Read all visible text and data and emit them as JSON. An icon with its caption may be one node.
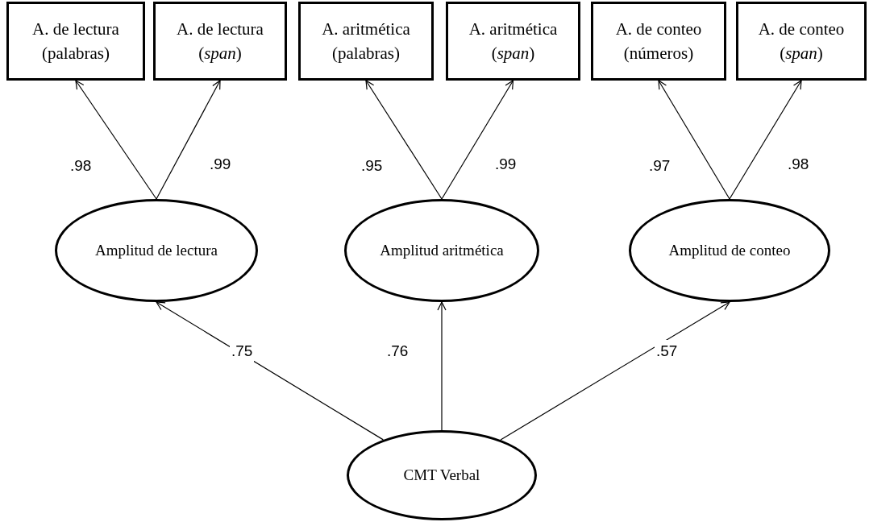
{
  "diagram": {
    "nodes": [
      {
        "text": [
          "A. de lectura (palabras)"
        ]
      },
      {
        "text": [
          "A. de lectura (*span*)"
        ]
      },
      {
        "text": [
          "A. aritmética (palabras)"
        ]
      },
      {
        "text": [
          "A. aritmética (*span*)"
        ]
      },
      {
        "text": [
          "A. de conteo (números)"
        ]
      },
      {
        "text": [
          "A. de conteo (*span*)"
        ]
      },
      {
        "text": [
          "Amplitud de lectura"
        ]
      },
      {
        "text": [
          "Amplitud aritmética"
        ]
      },
      {
        "text": [
          "Amplitud de conteo"
        ]
      },
      {
        "text": [
          "CMT Verbal"
        ]
      }
    ],
    "edges": [
      {
        "from": 6,
        "to": 0,
        "arrow": "to",
        "label": ".98"
      },
      {
        "from": 6,
        "to": 1,
        "arrow": "to",
        "label": ".99"
      },
      {
        "from": 7,
        "to": 2,
        "arrow": "to",
        "label": ".95"
      },
      {
        "from": 7,
        "to": 3,
        "arrow": "to",
        "label": ".99"
      },
      {
        "from": 8,
        "to": 4,
        "arrow": "to",
        "label": ".97"
      },
      {
        "from": 8,
        "to": 5,
        "arrow": "to",
        "label": ".98"
      },
      {
        "from": 9,
        "to": 6,
        "arrow": "to",
        "label": ".75"
      },
      {
        "from": 9,
        "to": 7,
        "arrow": "to",
        "label": ".76"
      },
      {
        "from": 9,
        "to": 8,
        "arrow": "to",
        "label": ".57"
      }
    ]
  }
}
